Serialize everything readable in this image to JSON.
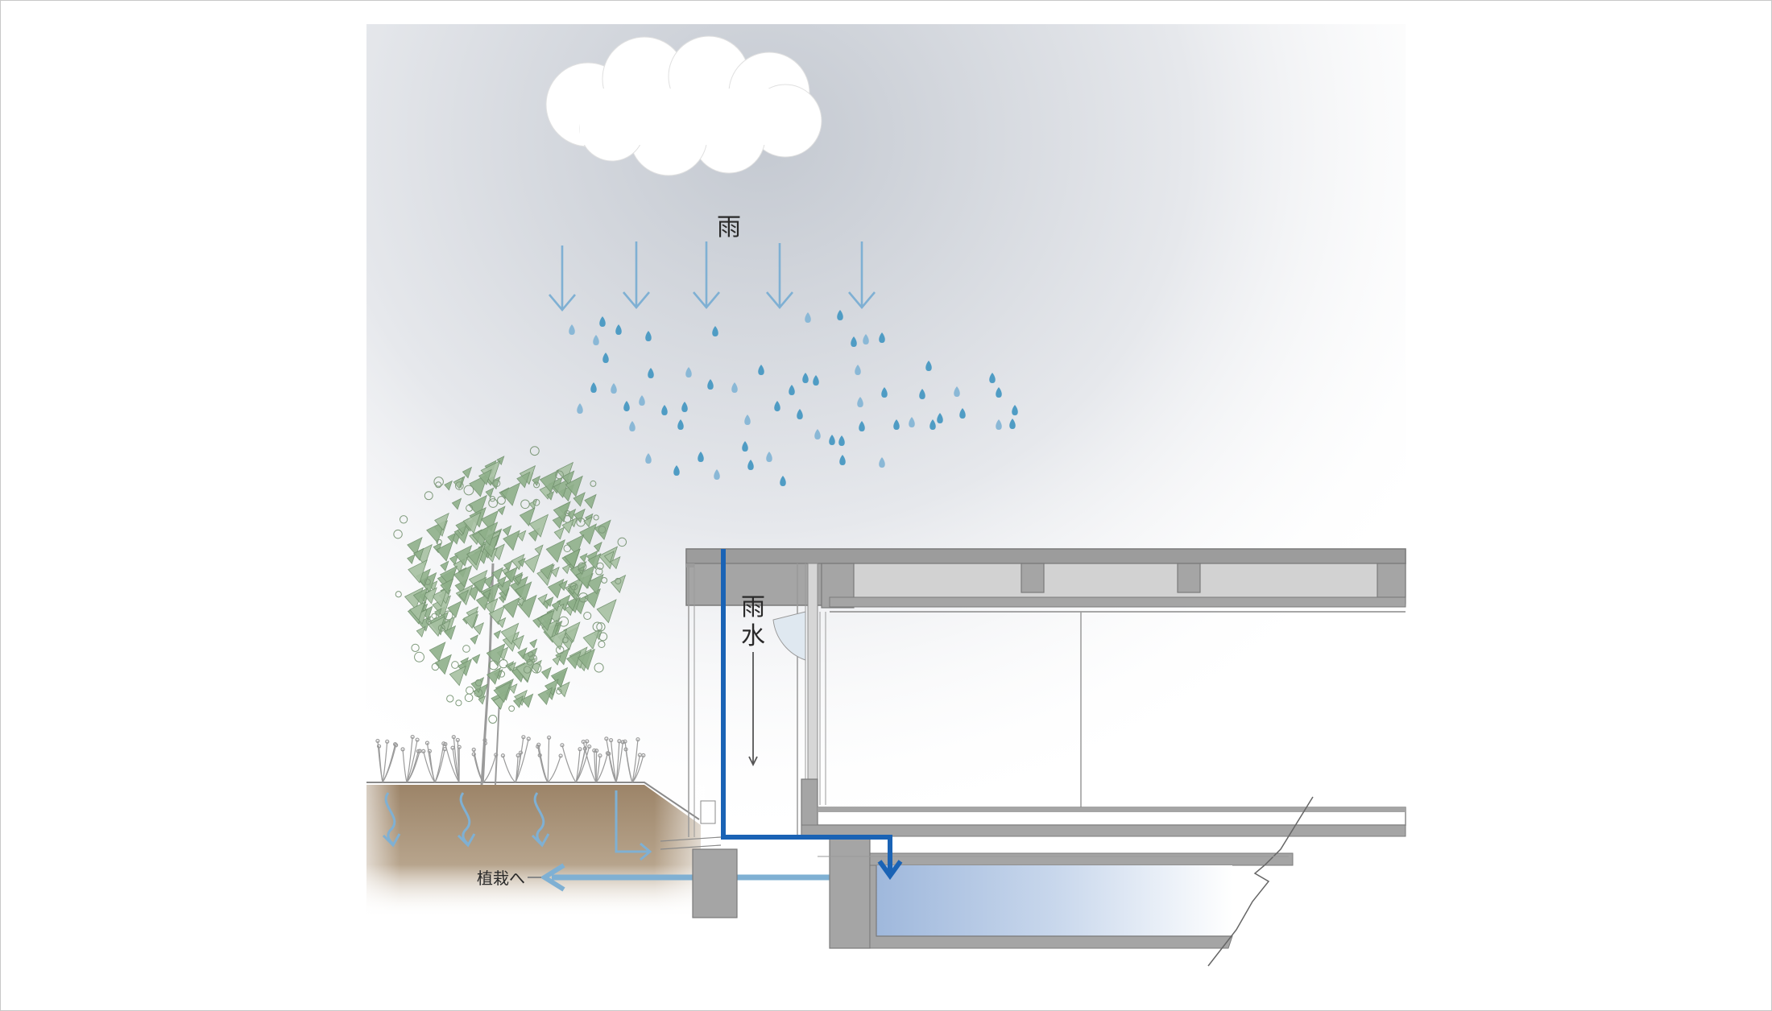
{
  "labels": {
    "rain": "雨",
    "rainwater_line1": "雨",
    "rainwater_line2": "水",
    "to_planting": "植栽へ"
  },
  "colors": {
    "pipe_blue": "#1a63b5",
    "light_blue_arrow": "#7fb0d3",
    "rain_drop": "#4f9cc4",
    "tree_green": "#8fb08a",
    "soil_brown": "#a58e72",
    "structure_gray": "#9a9a9a",
    "tank_water": "#bcd0e8",
    "sky_gray": "#c9ced6"
  },
  "icons": [
    "cloud-icon",
    "tree-icon",
    "raindrop-icon",
    "downpipe",
    "storage-tank"
  ]
}
